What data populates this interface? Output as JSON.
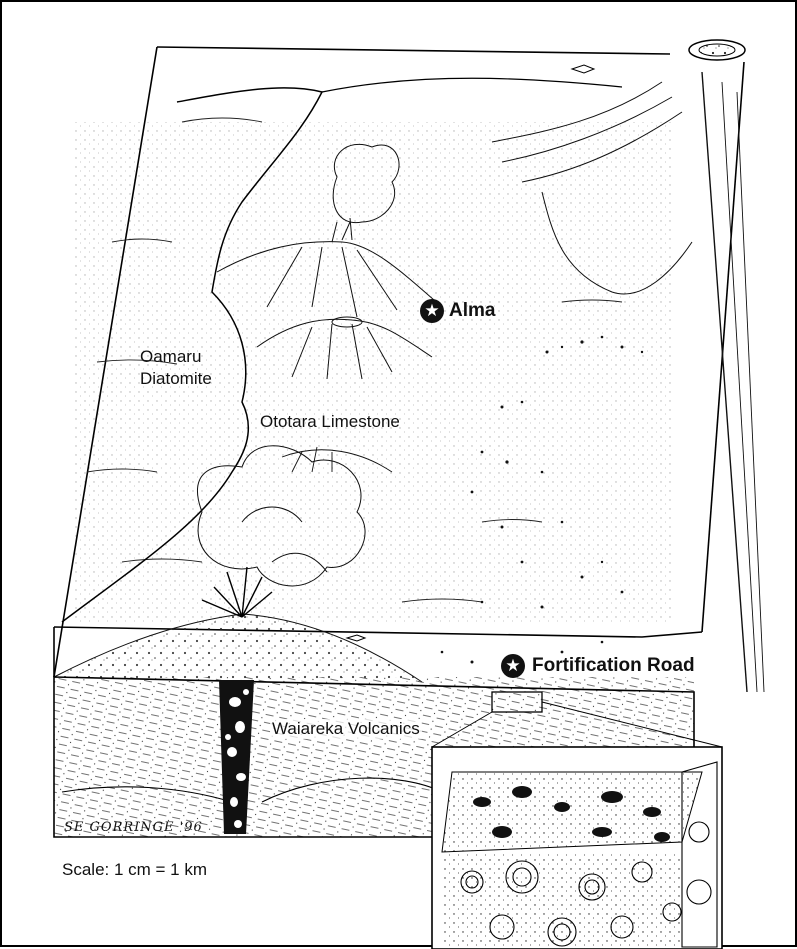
{
  "labels": {
    "oamaru": "Oamaru\nDiatomite",
    "ototara": "Ototara Limestone",
    "alma": "Alma",
    "fortification": "Fortification Road",
    "waiareka": "Waiareka Volcanics",
    "scale": "Scale:  1 cm = 1 km",
    "signature": "SE GORRINGE '96"
  },
  "icons": {
    "alma_marker": "star-in-circle",
    "fortification_marker": "star-in-circle"
  },
  "colors": {
    "ink": "#111111",
    "paper": "#ffffff"
  }
}
